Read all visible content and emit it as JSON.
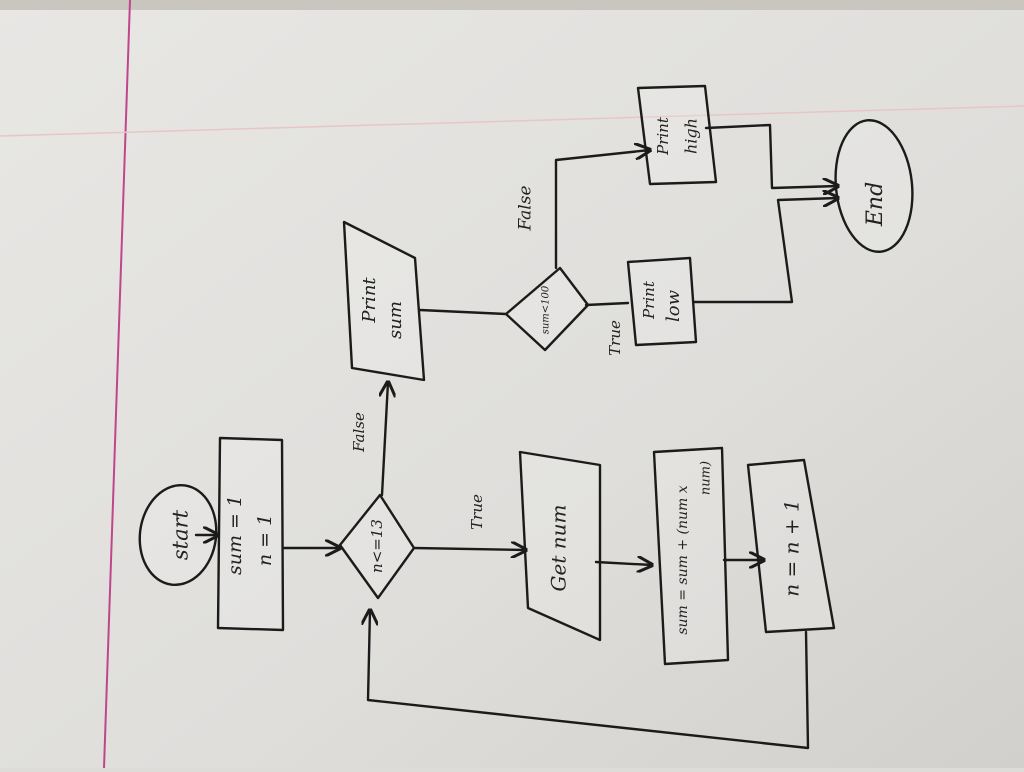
{
  "paper": {
    "background": "#dedcd8",
    "margin_line_color": "#c0468c",
    "rule_line_color": "#e7c6c6",
    "ink_color": "#1b1b1b"
  },
  "flowchart": {
    "nodes": {
      "start": "start",
      "init_sum": "sum = 1",
      "init_n": "n = 1",
      "loop_condition": "n<=13",
      "get_num": "Get num",
      "update_sum_a": "sum = sum + (num x",
      "update_sum_b": "num)",
      "increment": "n = n + 1",
      "print_sum_a": "Print",
      "print_sum_b": "sum",
      "sum_condition": "sum<100",
      "print_low_a": "Print",
      "print_low_b": "low",
      "print_high_a": "Print",
      "print_high_b": "high",
      "end": "End"
    },
    "edge_labels": {
      "loop_true": "True",
      "loop_false": "False",
      "sum_true": "True",
      "sum_false": "False"
    }
  }
}
